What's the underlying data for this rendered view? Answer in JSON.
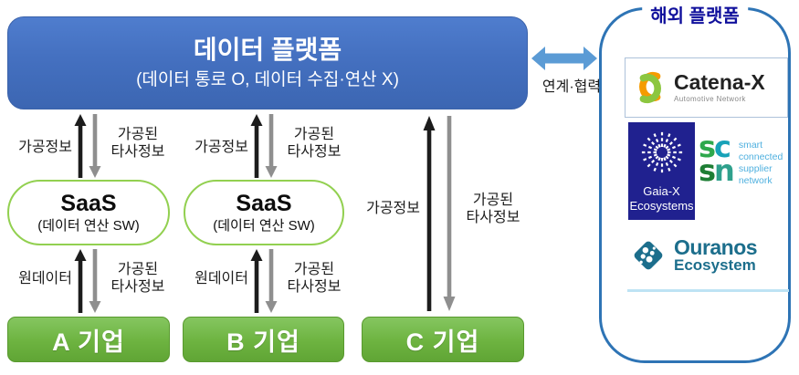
{
  "platform": {
    "title": "데이터 플랫폼",
    "subtitle": "(데이터 통로 O, 데이터 수집·연산 X)"
  },
  "link": {
    "label": "연계·협력"
  },
  "flows": {
    "processed_info": "가공정보",
    "processed_third_party_line1": "가공된",
    "processed_third_party_line2": "타사정보",
    "raw_data": "원데이터"
  },
  "saas": {
    "title": "SaaS",
    "subtitle": "(데이터 연산 SW)"
  },
  "companies": [
    {
      "label": "A 기업"
    },
    {
      "label": "B 기업"
    },
    {
      "label": "C 기업"
    }
  ],
  "overseas": {
    "title": "해외 플랫폼",
    "catena_x": {
      "name": "Catena-X",
      "tagline": "Automotive Network"
    },
    "gaia_x": {
      "line1": "Gaia-X",
      "line2": "Ecosystems"
    },
    "scsn": {
      "l1": "s",
      "l2": "c",
      "l3": "s",
      "l4": "n",
      "tagline_lines": [
        "smart",
        "connected",
        "supplier",
        "network"
      ]
    },
    "ouranos": {
      "line1": "Ouranos",
      "line2": "Ecosystem"
    }
  },
  "colors": {
    "platform_blue": "#4472C4",
    "company_green": "#70AD47",
    "saas_border_green": "#92D050",
    "arrow_black": "#1c1c1c",
    "arrow_gray": "#8f8f8f",
    "link_arrow_blue": "#5B9BD5",
    "panel_border_blue": "#2E74B5",
    "overseas_title_navy": "#10109c",
    "gaia_bg_navy": "#20218f",
    "scsn_green": "#2EA84C",
    "scsn_teal": "#17A2B8",
    "scsn_tagline_blue": "#4FB0DF",
    "ouranos_teal": "#1C6E8C",
    "catena_orange": "#F59B00",
    "catena_green": "#8CC63F"
  }
}
